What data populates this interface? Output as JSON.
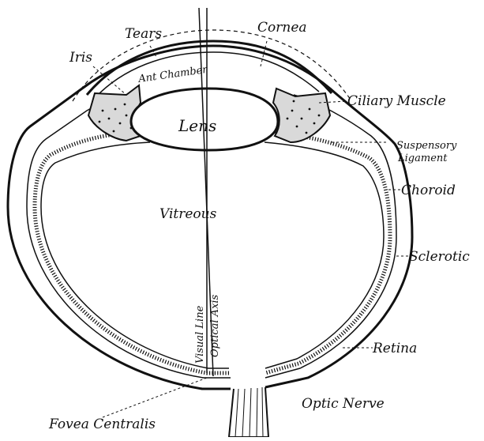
{
  "diagram": {
    "labels": {
      "tears": "Tears",
      "cornea": "Cornea",
      "iris": "Iris",
      "ant_chamber": "Ant Chamber",
      "ciliary_muscle": "Ciliary Muscle",
      "lens": "Lens",
      "suspensory_ligament_1": "Suspensory",
      "suspensory_ligament_2": "Ligament",
      "choroid": "Choroid",
      "vitreous": "Vitreous",
      "sclerotic": "Sclerotic",
      "visual_line": "Visual Line",
      "optical_axis": "Optical Axis",
      "retina": "Retina",
      "optic_nerve": "Optic Nerve",
      "fovea_centralis": "Fovea Centralis"
    },
    "colors": {
      "ink": "#111111",
      "background": "#ffffff"
    }
  }
}
